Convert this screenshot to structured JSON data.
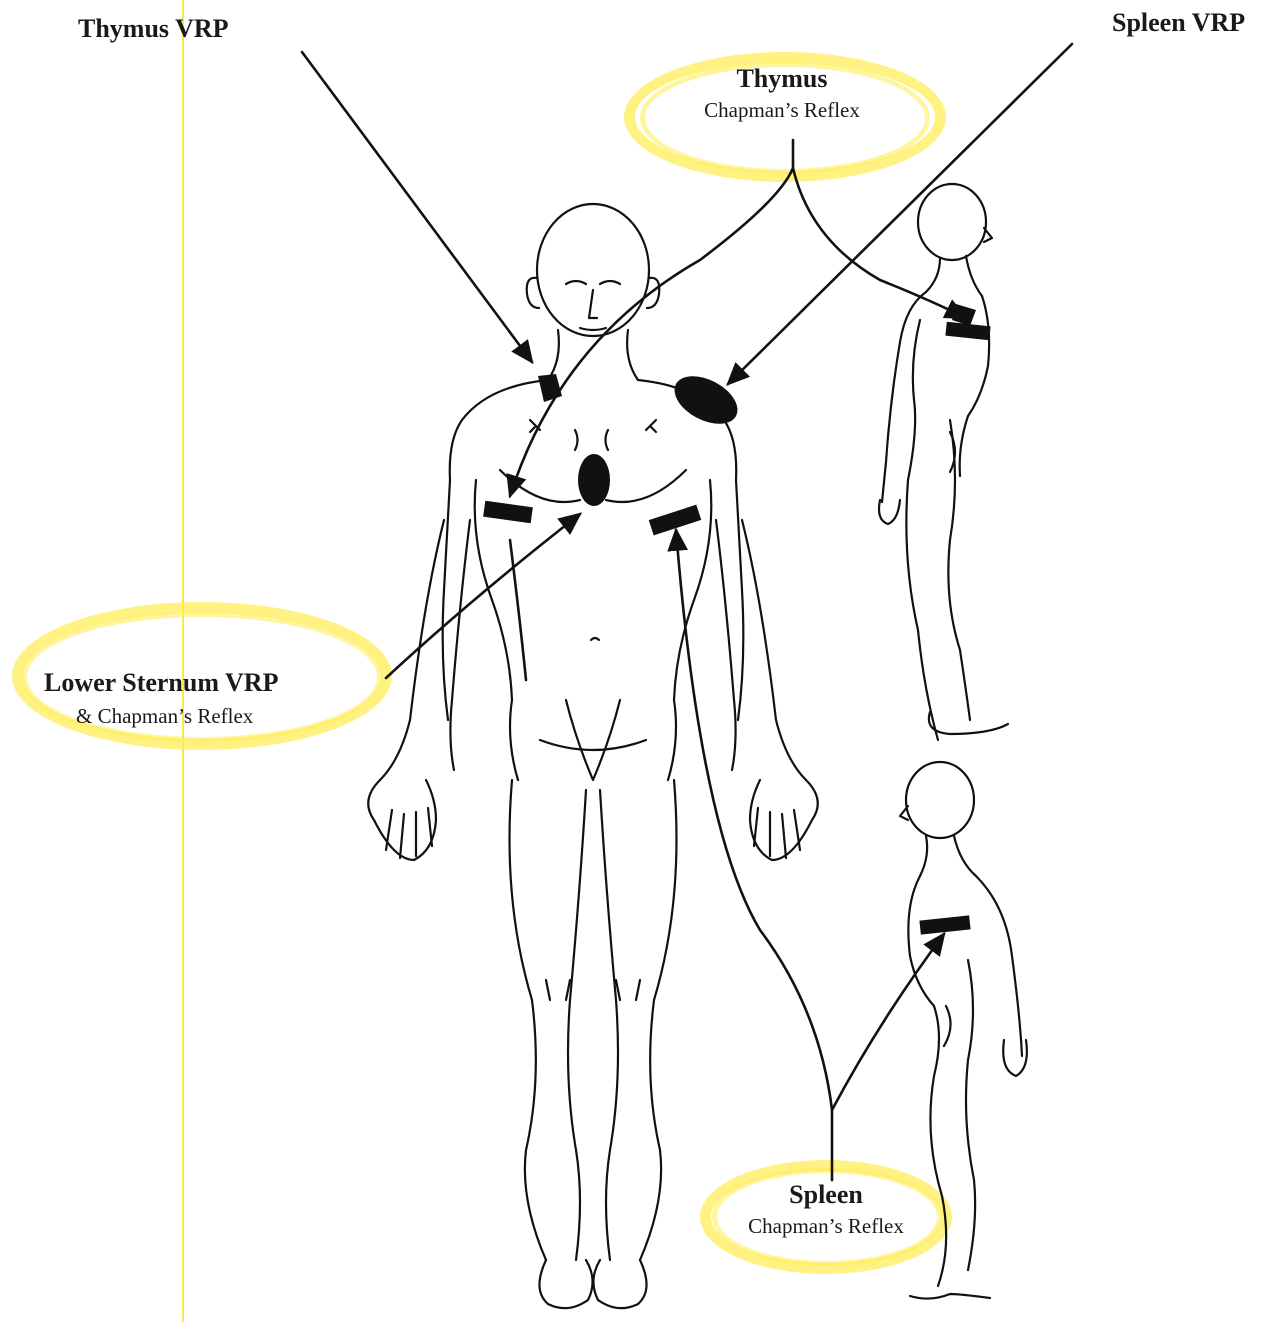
{
  "labels": {
    "thymus_vrp": "Thymus VRP",
    "spleen_vrp": "Spleen VRP",
    "thymus_reflex_title": "Thymus",
    "thymus_reflex_sub": "Chapman’s Reflex",
    "lower_sternum_title": "Lower Sternum VRP",
    "lower_sternum_sub": "& Chapman’s Reflex",
    "spleen_reflex_title": "Spleen",
    "spleen_reflex_sub": "Chapman’s Reflex"
  },
  "colors": {
    "ink": "#1a1a1a",
    "highlight": "#fff05a",
    "marker_line": "#f6e94a"
  }
}
